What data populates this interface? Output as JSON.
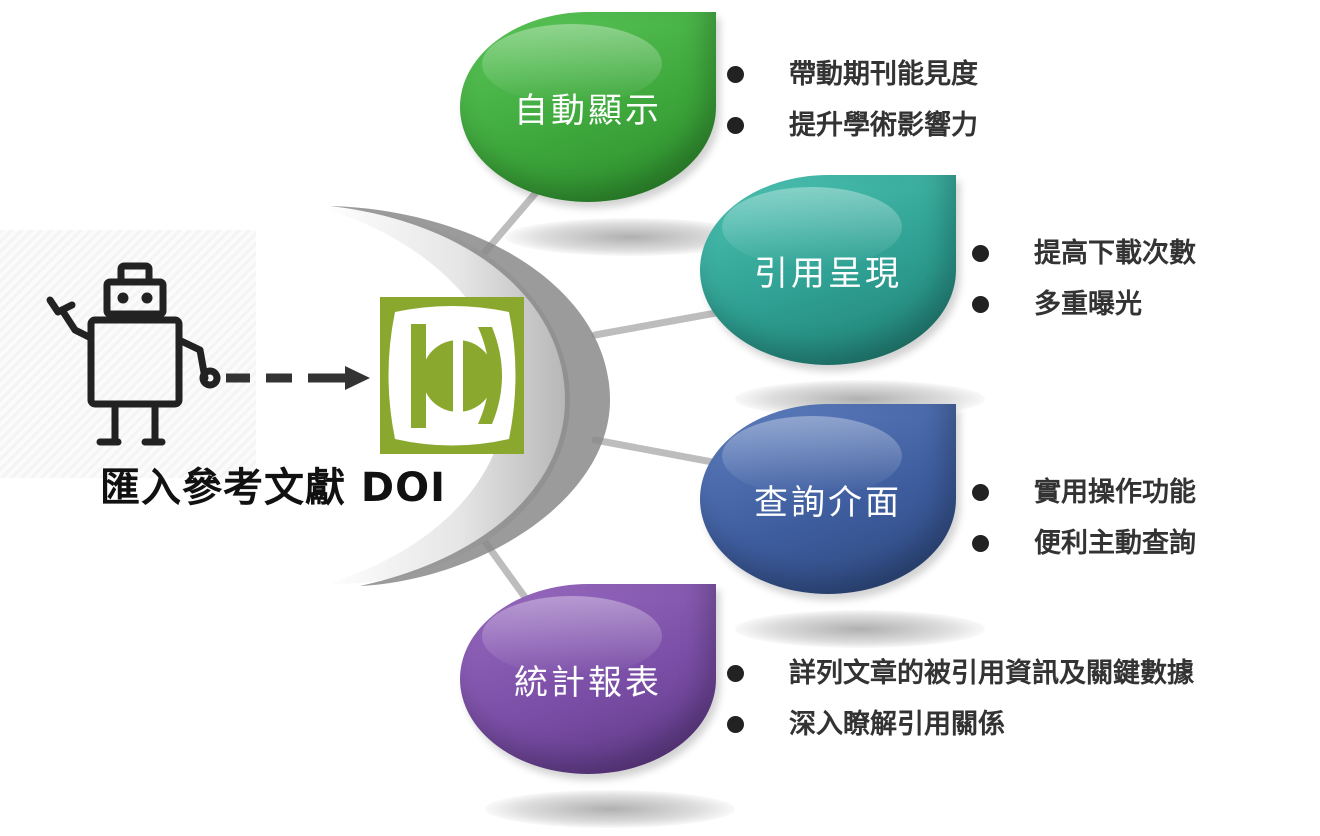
{
  "caption": "匯入參考文獻 DOI",
  "robot": {
    "icon": "robot-icon"
  },
  "doi_logo": {
    "icon": "doi-logo",
    "color": "#8aa82e"
  },
  "items": [
    {
      "label": "自動顯示",
      "color": "#3ea83c",
      "bullets": [
        "帶動期刊能見度",
        "提升學術影響力"
      ]
    },
    {
      "label": "引用呈現",
      "color": "#2e9f92",
      "bullets": [
        "提高下載次數",
        "多重曝光"
      ]
    },
    {
      "label": "查詢介面",
      "color": "#3e5d9e",
      "bullets": [
        "實用操作功能",
        "便利主動查詢"
      ]
    },
    {
      "label": "統計報表",
      "color": "#7a4ea6",
      "bullets": [
        "詳列文章的被引用資訊及關鍵數據",
        "深入瞭解引用關係"
      ]
    }
  ]
}
